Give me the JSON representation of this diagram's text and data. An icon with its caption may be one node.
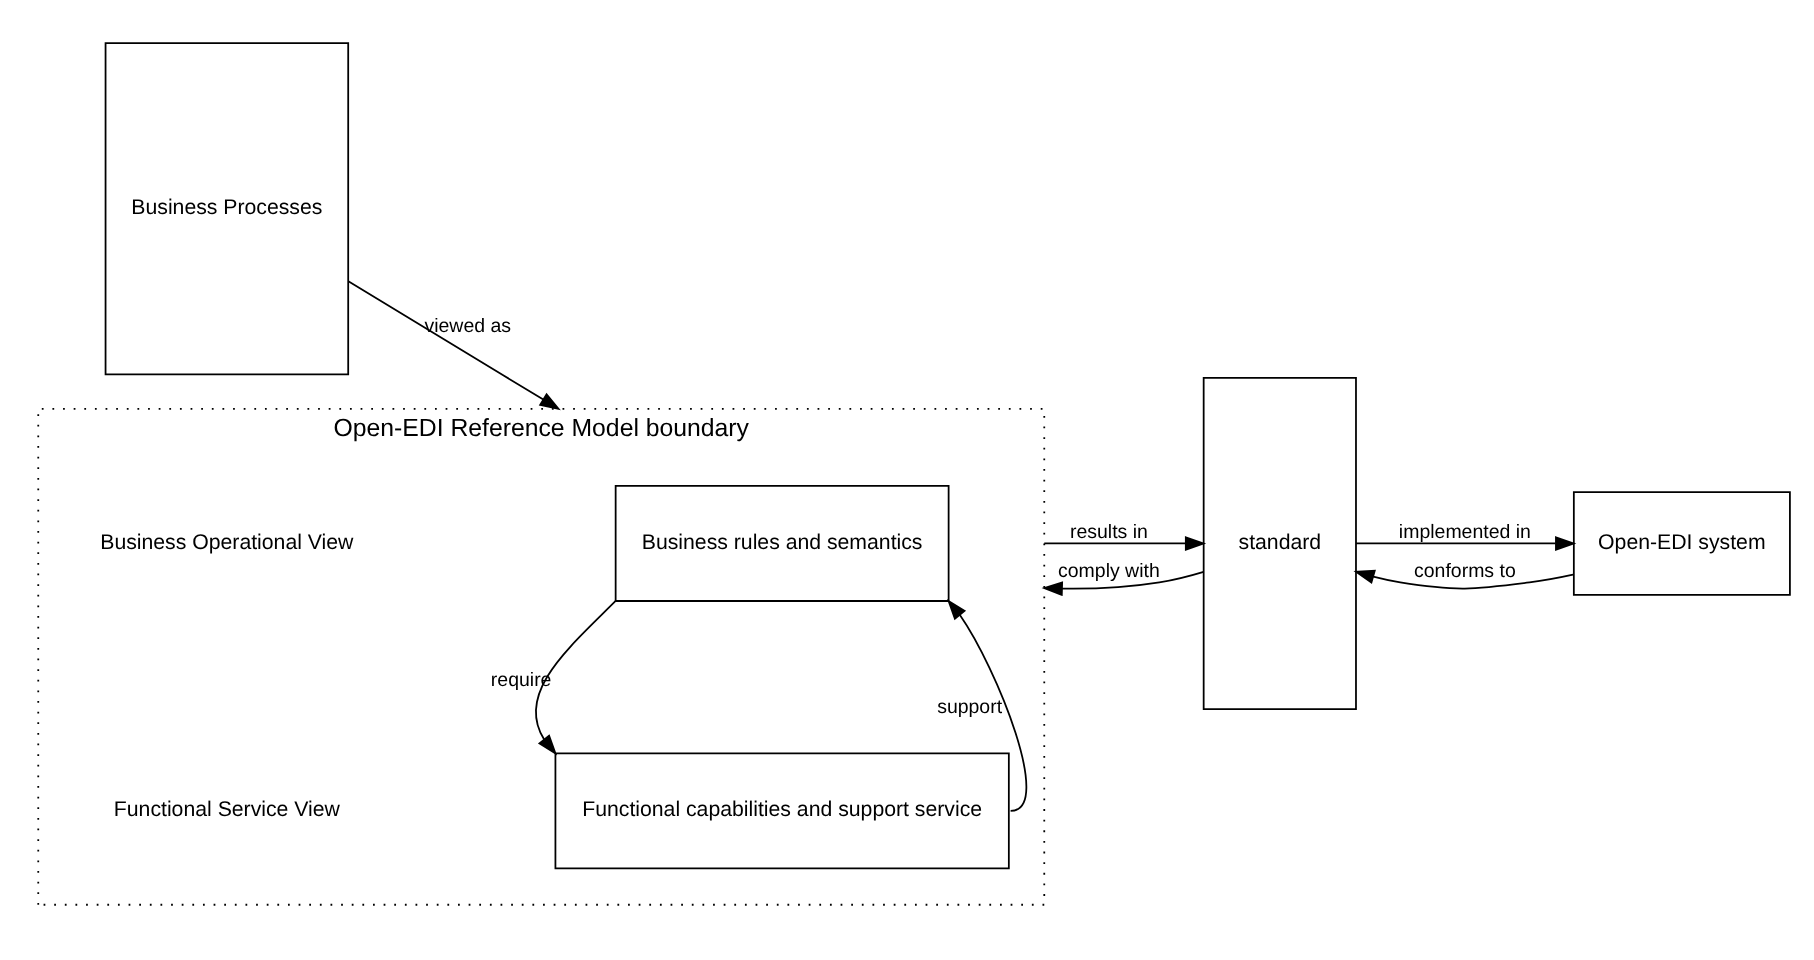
{
  "diagram": {
    "nodes": [
      {
        "text": [
          "Business Processes"
        ]
      },
      {
        "text": [
          "Open-EDI Reference Model boundary"
        ]
      },
      {
        "text": [
          "Business rules and semantics"
        ],
        "in": 1
      },
      {
        "text": [
          "Functional capabilities and support service"
        ],
        "in": 1
      },
      {
        "text": [
          "standard"
        ]
      },
      {
        "text": [
          "Open-EDI system"
        ]
      }
    ],
    "edges": [
      {
        "from": 0,
        "to": 1,
        "arrow": "to",
        "label": "viewed as"
      },
      {
        "from": 2,
        "to": 3,
        "arrow": "to",
        "label": "require"
      },
      {
        "from": 3,
        "to": 2,
        "arrow": "to",
        "label": "support"
      },
      {
        "from": 1,
        "to": 4,
        "arrow": "to",
        "label": "results in"
      },
      {
        "from": 4,
        "to": 1,
        "arrow": "to",
        "label": "comply with"
      },
      {
        "from": 4,
        "to": 5,
        "arrow": "to",
        "label": "implemented in"
      },
      {
        "from": 5,
        "to": 4,
        "arrow": "to",
        "label": "conforms to"
      }
    ],
    "labels": [
      "Business Operational View",
      "Functional Service View"
    ]
  }
}
